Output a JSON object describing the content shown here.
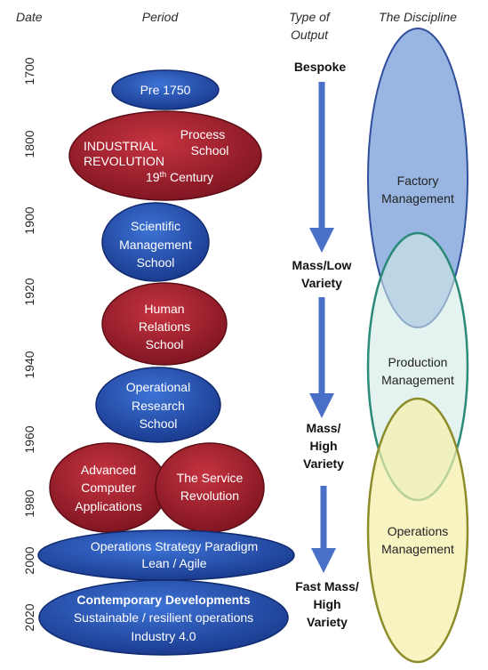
{
  "headers": {
    "date": "Date",
    "period": "Period",
    "type_of_output": [
      "Type of",
      "Output"
    ],
    "discipline": "The Discipline"
  },
  "years": [
    "1700",
    "1800",
    "1900",
    "1920",
    "1940",
    "1960",
    "1980",
    "2000",
    "2020"
  ],
  "periods": {
    "pre1750": "Pre 1750",
    "industrial": [
      "INDUSTRIAL",
      "REVOLUTION"
    ],
    "process_school": [
      "Process",
      "School"
    ],
    "century": "19",
    "century_sup": "th",
    "century_word": " Century",
    "scientific": [
      "Scientific",
      "Management",
      "School"
    ],
    "human_relations": [
      "Human",
      "Relations",
      "School"
    ],
    "operational_research": [
      "Operational",
      "Research",
      "School"
    ],
    "advanced_computer": [
      "Advanced",
      "Computer",
      "Applications"
    ],
    "service_revolution": [
      "The Service",
      "Revolution"
    ],
    "ops_strategy": [
      "Operations Strategy Paradigm",
      "Lean / Agile"
    ],
    "contemporary": [
      "Contemporary Developments",
      "Sustainable / resilient operations",
      "Industry 4.0"
    ]
  },
  "outputs": {
    "bespoke": "Bespoke",
    "mass_low": [
      "Mass/Low",
      "Variety"
    ],
    "mass_high": [
      "Mass/",
      "High",
      "Variety"
    ],
    "fast_mass": [
      "Fast Mass/",
      "High",
      "Variety"
    ]
  },
  "disciplines": {
    "factory": [
      "Factory",
      "Management"
    ],
    "production": [
      "Production",
      "Management"
    ],
    "operations": [
      "Operations",
      "Management"
    ]
  },
  "colors": {
    "blue_ellipse": "#2553b0",
    "red_ellipse": "#a8202e",
    "arrow": "#4a6fc7",
    "factory_fill": "#8eaee0",
    "production_fill": "#d4ebe6",
    "operations_fill": "#f5f0a8"
  }
}
